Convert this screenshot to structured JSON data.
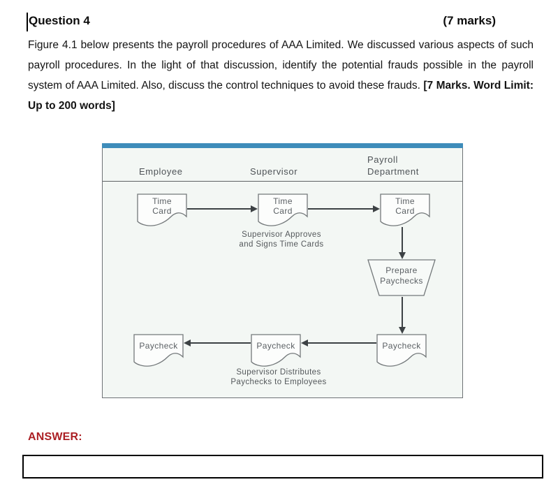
{
  "colors": {
    "accent-blue": "#3e8cba",
    "answer-red": "#ab1f24",
    "figure-bg": "#f3f7f4"
  },
  "header": {
    "title": "Question 4",
    "marks": "(7 marks)"
  },
  "question": {
    "body": "Figure 4.1 below presents the payroll procedures of AAA Limited. We discussed various aspects of such payroll procedures. In the light of that discussion, identify the potential frauds possible in the payroll system of AAA Limited. Also, discuss the control techniques to avoid these frauds. ",
    "bold": "[7 Marks. Word Limit: Up to 200 words]"
  },
  "figure": {
    "columns": [
      {
        "label": "Employee"
      },
      {
        "label": "Supervisor"
      },
      {
        "label": "Payroll\nDepartment"
      }
    ],
    "docs": [
      {
        "label": "Time\nCard"
      },
      {
        "label": "Time\nCard"
      },
      {
        "label": "Time\nCard"
      },
      {
        "label": "Paycheck"
      },
      {
        "label": "Paycheck"
      },
      {
        "label": "Paycheck"
      }
    ],
    "process": {
      "label": "Prepare\nPaychecks"
    },
    "annotations": [
      {
        "text": "Supervisor Approves\nand Signs Time Cards"
      },
      {
        "text": "Supervisor Distributes\nPaychecks to Employees"
      }
    ]
  },
  "answer": {
    "label": "ANSWER:",
    "value": ""
  }
}
